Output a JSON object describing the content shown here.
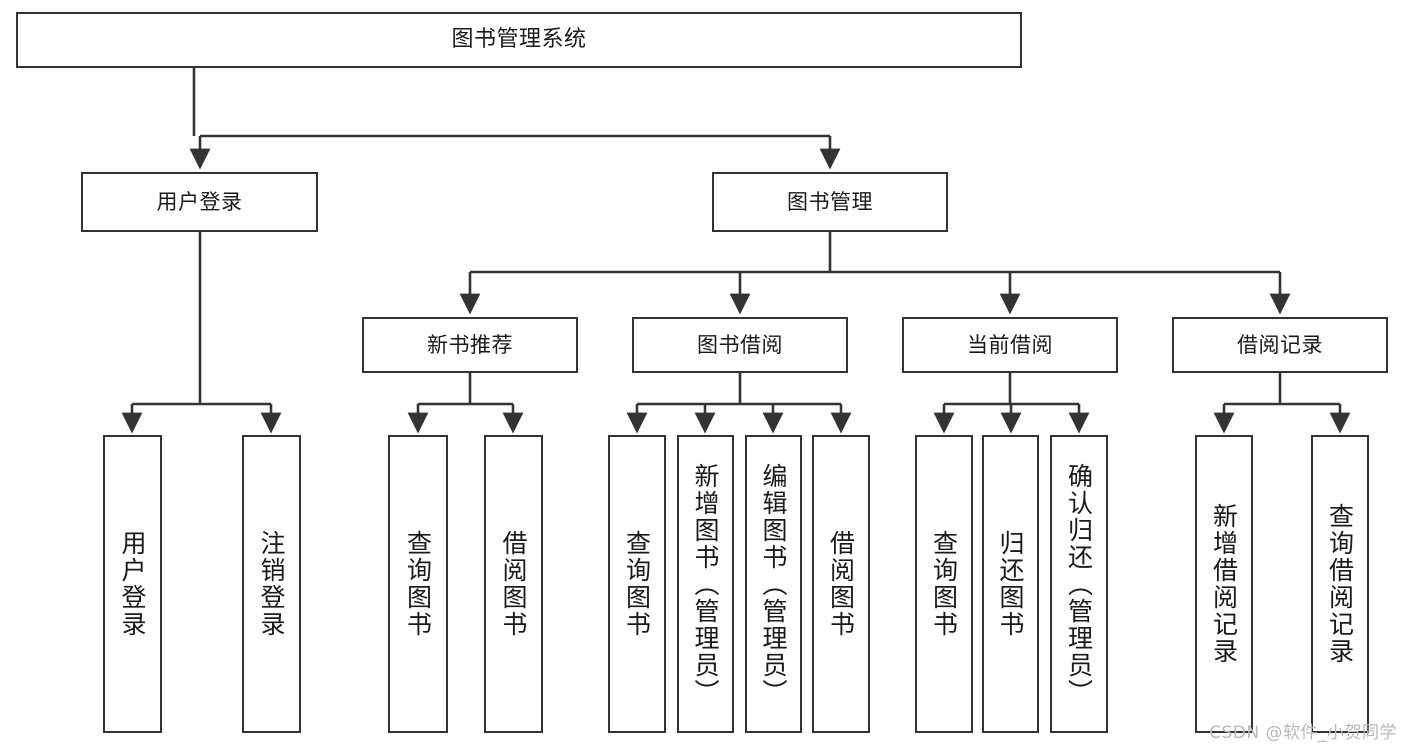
{
  "diagram": {
    "title": "图书管理系统",
    "type": "tree-hierarchy",
    "watermark": "CSDN @软件_小贺同学",
    "colors": {
      "box_border": "#333333",
      "box_fill": "#ffffff",
      "edge": "#333333",
      "text": "#1a1a1a",
      "watermark": "#b9b9b9",
      "background": "#ffffff"
    },
    "nodes": {
      "root": {
        "label": "图书管理系统"
      },
      "level2": [
        {
          "id": "user_login",
          "label": "用户登录"
        },
        {
          "id": "book_manage",
          "label": "图书管理"
        }
      ],
      "level3": [
        {
          "id": "new_book_rec",
          "label": "新书推荐"
        },
        {
          "id": "book_borrow",
          "label": "图书借阅"
        },
        {
          "id": "current_borrow",
          "label": "当前借阅"
        },
        {
          "id": "borrow_record",
          "label": "借阅记录"
        }
      ],
      "leaves": {
        "user_login": [
          {
            "id": "leaf_user_login",
            "label": "用户登录"
          },
          {
            "id": "leaf_user_logout",
            "label": "注销登录"
          }
        ],
        "new_book_rec": [
          {
            "id": "leaf_query_book_1",
            "label": "查询图书"
          },
          {
            "id": "leaf_borrow_book_1",
            "label": "借阅图书"
          }
        ],
        "book_borrow": [
          {
            "id": "leaf_query_book_2",
            "label": "查询图书"
          },
          {
            "id": "leaf_add_book",
            "label": "新增图书（管理员）"
          },
          {
            "id": "leaf_edit_book",
            "label": "编辑图书（管理员）"
          },
          {
            "id": "leaf_borrow_book_2",
            "label": "借阅图书"
          }
        ],
        "current_borrow": [
          {
            "id": "leaf_query_book_3",
            "label": "查询图书"
          },
          {
            "id": "leaf_return_book",
            "label": "归还图书"
          },
          {
            "id": "leaf_confirm_return",
            "label": "确认归还（管理员）"
          }
        ],
        "borrow_record": [
          {
            "id": "leaf_add_record",
            "label": "新增借阅记录"
          },
          {
            "id": "leaf_query_record",
            "label": "查询借阅记录"
          }
        ]
      }
    }
  }
}
